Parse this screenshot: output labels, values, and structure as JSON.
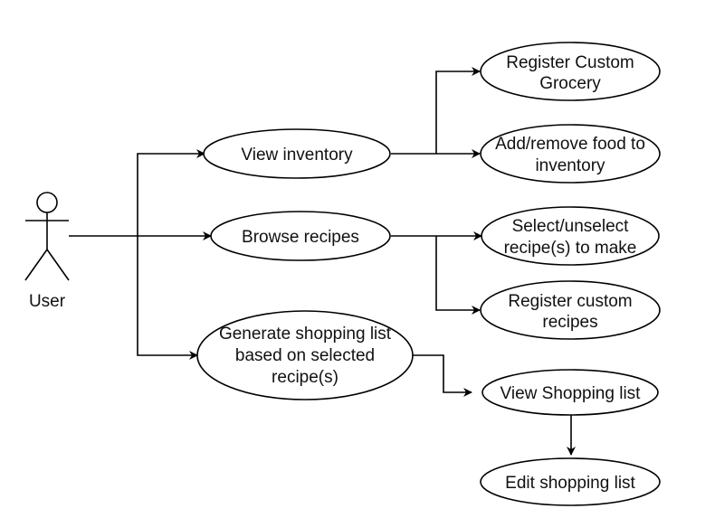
{
  "actor": {
    "label": "User"
  },
  "use_cases": {
    "view_inventory": [
      "View inventory"
    ],
    "browse_recipes": [
      "Browse recipes"
    ],
    "generate_list": [
      "Generate shopping list",
      "based on selected",
      "recipe(s)"
    ],
    "register_grocery": [
      "Register Custom",
      "Grocery"
    ],
    "add_remove_food": [
      "Add/remove food to",
      "inventory"
    ],
    "select_recipes": [
      "Select/unselect",
      "recipe(s) to make"
    ],
    "register_recipes": [
      "Register custom",
      "recipes"
    ],
    "view_list": [
      "View Shopping list"
    ],
    "edit_list": [
      "Edit shopping list"
    ]
  },
  "colors": {
    "stroke": "#000000",
    "fill": "#ffffff",
    "text": "#111111"
  }
}
